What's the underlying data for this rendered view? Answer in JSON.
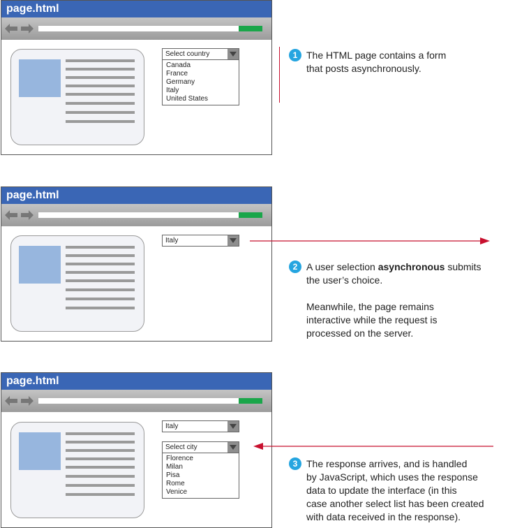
{
  "browser_title": "page.html",
  "country_select": {
    "placeholder": "Select country",
    "options": [
      "Canada",
      "France",
      "Germany",
      "Italy",
      "United States"
    ],
    "selected": "Italy"
  },
  "city_select": {
    "placeholder": "Select city",
    "options": [
      "Florence",
      "Milan",
      "Pisa",
      "Rome",
      "Venice"
    ]
  },
  "steps": [
    {
      "number": "1",
      "text": "The HTML page contains a form\nthat posts asynchronously."
    },
    {
      "number": "2",
      "text_before": "A user selection ",
      "text_bold": "asynchronous",
      "text_after": " submits\nthe user’s choice.",
      "text_extra": "Meanwhile, the page remains\ninteractive while the request is\nprocessed on the server."
    },
    {
      "number": "3",
      "text": "The response arrives, and is handled\nby JavaScript, which uses the response\ndata to update the interface (in this\ncase another select list has been created\nwith data received in the response)."
    }
  ],
  "colors": {
    "title_bar": "#3a66b5",
    "progress": "#1aa64a",
    "arrow": "#c8102e",
    "badge": "#25a5e0",
    "image": "#97b6de"
  }
}
